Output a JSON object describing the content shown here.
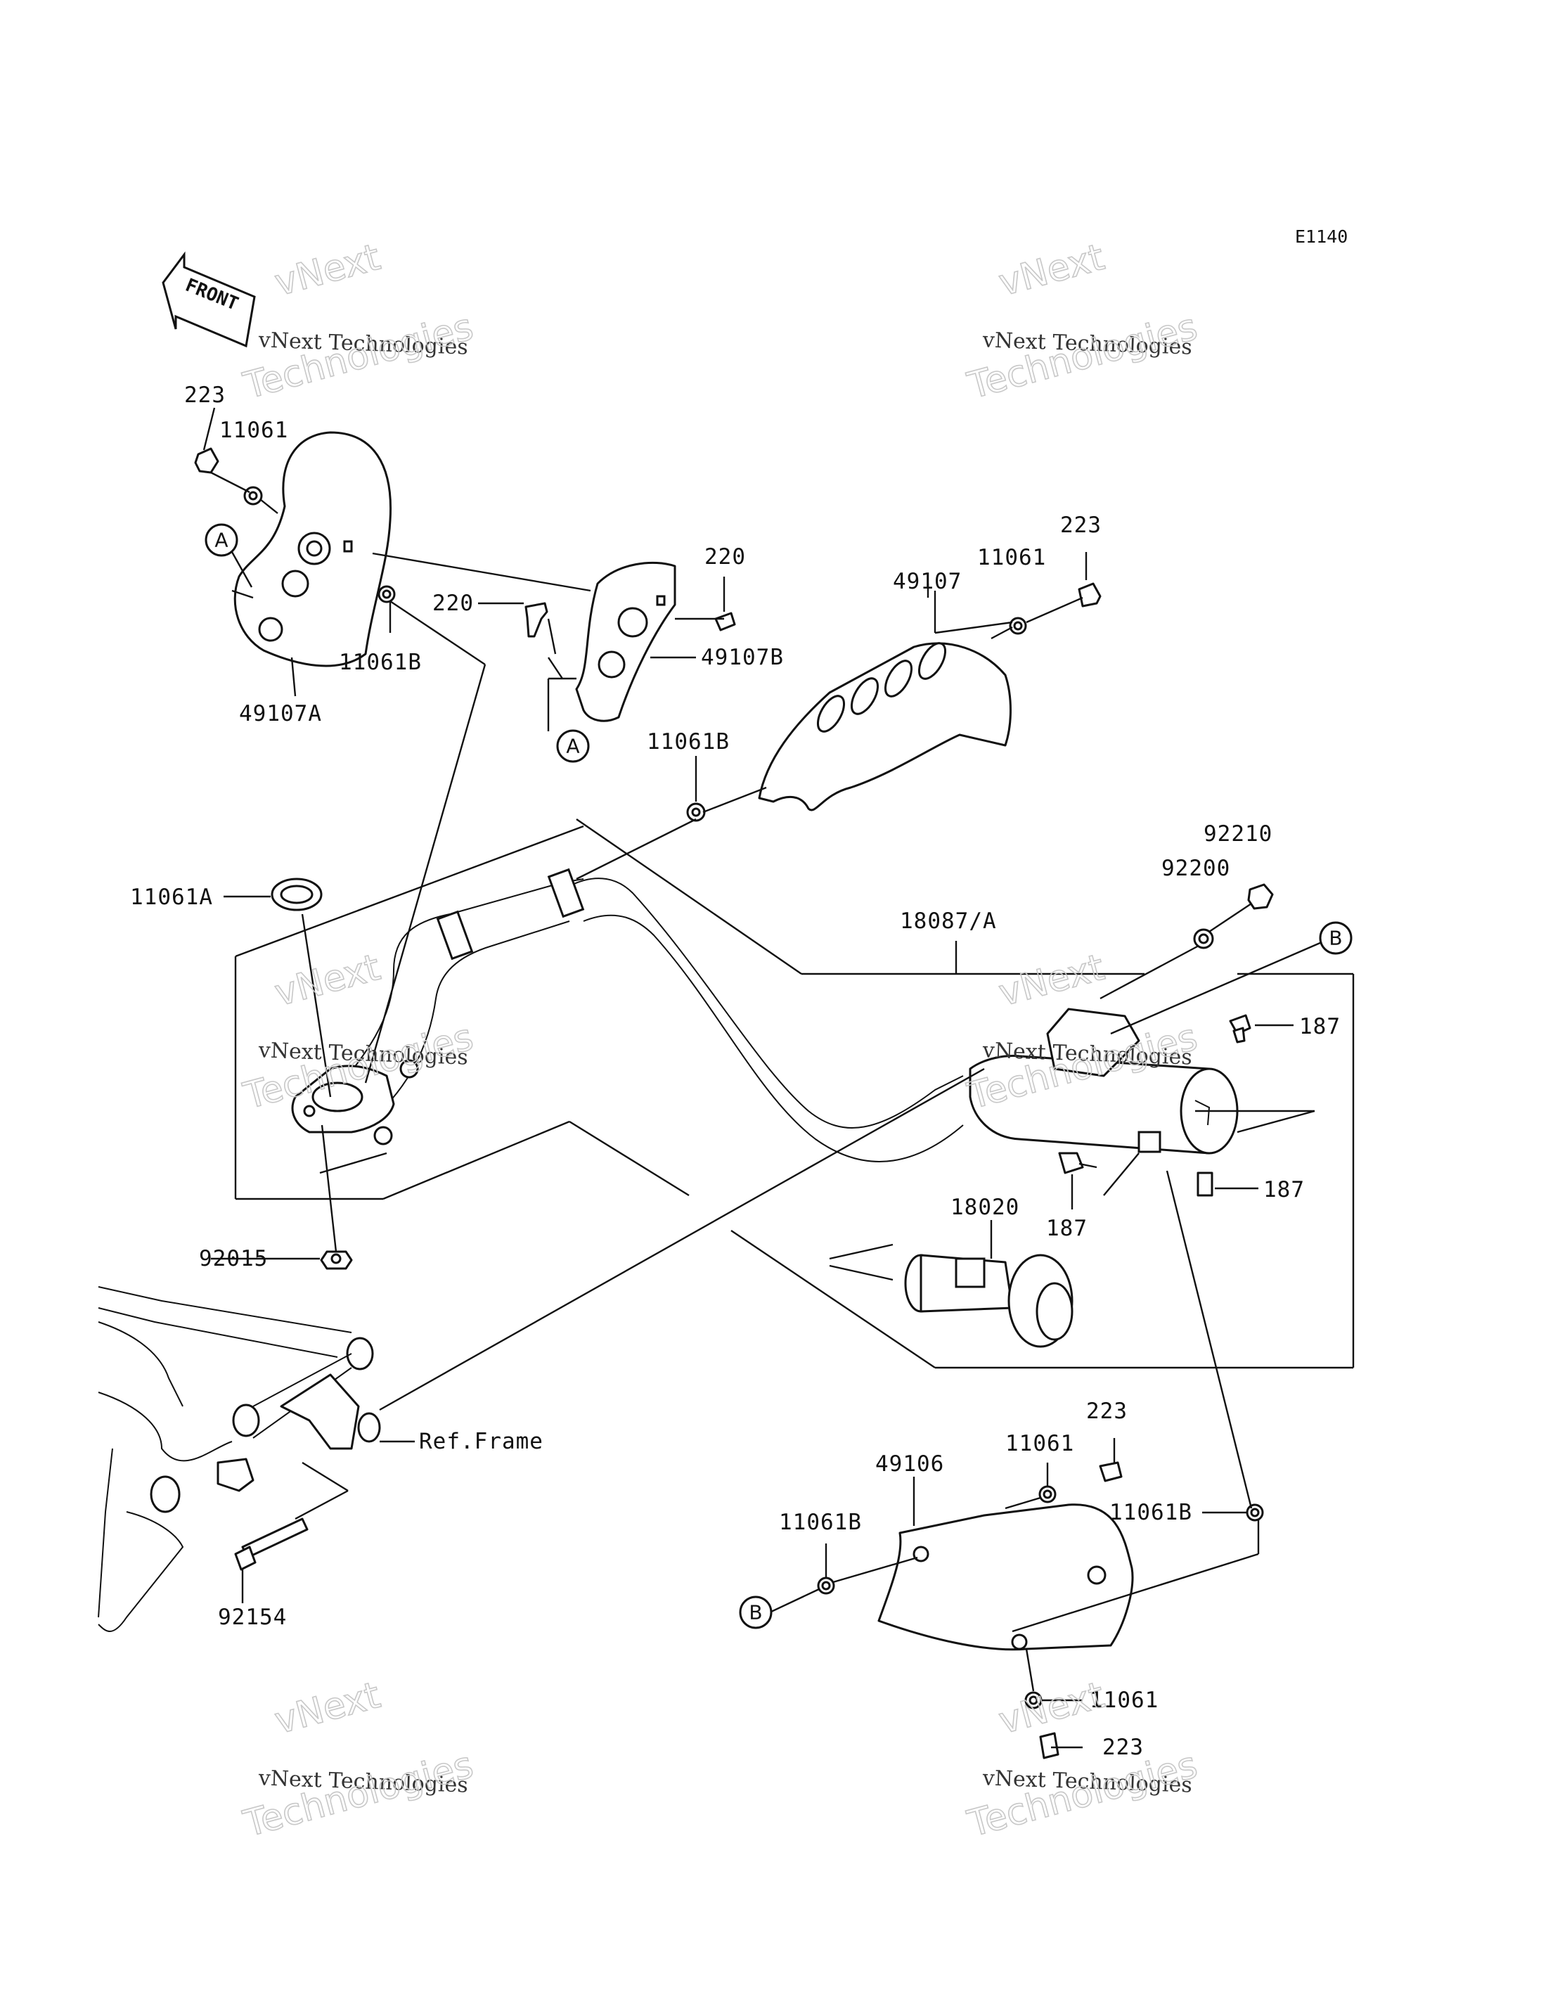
{
  "diagram": {
    "code": "E1140",
    "front_label": "FRONT",
    "watermarks": [
      {
        "line1": "vNext Technologies",
        "line2": "vNext",
        "line3": "Technologies"
      },
      {
        "line1": "vNext Technologies",
        "line2": "vNext",
        "line3": "Technologies"
      },
      {
        "line1": "vNext Technologies",
        "line2": "vNext",
        "line3": "Technologies"
      },
      {
        "line1": "vNext Technologies",
        "line2": "vNext",
        "line3": "Technologies"
      },
      {
        "line1": "vNext Technologies",
        "line2": "vNext",
        "line3": "Technologies"
      },
      {
        "line1": "vNext Technologies",
        "line2": "vNext",
        "line3": "Technologies"
      }
    ],
    "references": {
      "A": "A",
      "B": "B"
    },
    "labels": {
      "p223_tl": "223",
      "p11061_tl": "11061",
      "p11061b_l": "11061B",
      "p49107a": "49107A",
      "p220_a": "220",
      "p220_b": "220",
      "p49107b": "49107B",
      "p49107": "49107",
      "p11061_tr": "11061",
      "p223_tr": "223",
      "p11061b_m": "11061B",
      "p11061a": "11061A",
      "p18087a": "18087/A",
      "p92210": "92210",
      "p92200": "92200",
      "p187_a": "187",
      "p187_b": "187",
      "p187_c": "187",
      "p18020": "18020",
      "p92015": "92015",
      "ref_frame": "Ref.Frame",
      "p92154": "92154",
      "p223_br": "223",
      "p11061_br": "11061",
      "p49106": "49106",
      "p11061b_b1": "11061B",
      "p11061b_b2": "11061B",
      "p11061_b": "11061",
      "p223_b": "223"
    }
  }
}
